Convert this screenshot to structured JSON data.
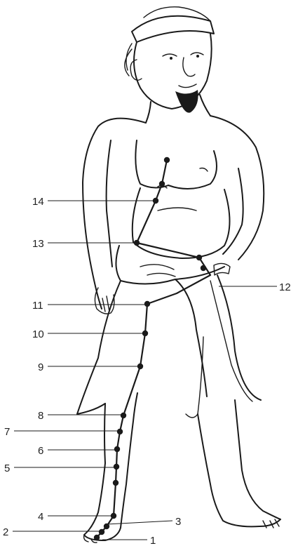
{
  "colors": {
    "ink": "#1a1a1a",
    "background": "#ffffff"
  },
  "points": [
    {
      "label": "1"
    },
    {
      "label": "2"
    },
    {
      "label": "3"
    },
    {
      "label": "4"
    },
    {
      "label": "5"
    },
    {
      "label": "6"
    },
    {
      "label": "7"
    },
    {
      "label": "8"
    },
    {
      "label": "9"
    },
    {
      "label": "10"
    },
    {
      "label": "11"
    },
    {
      "label": "12"
    },
    {
      "label": "13"
    },
    {
      "label": "14"
    }
  ]
}
